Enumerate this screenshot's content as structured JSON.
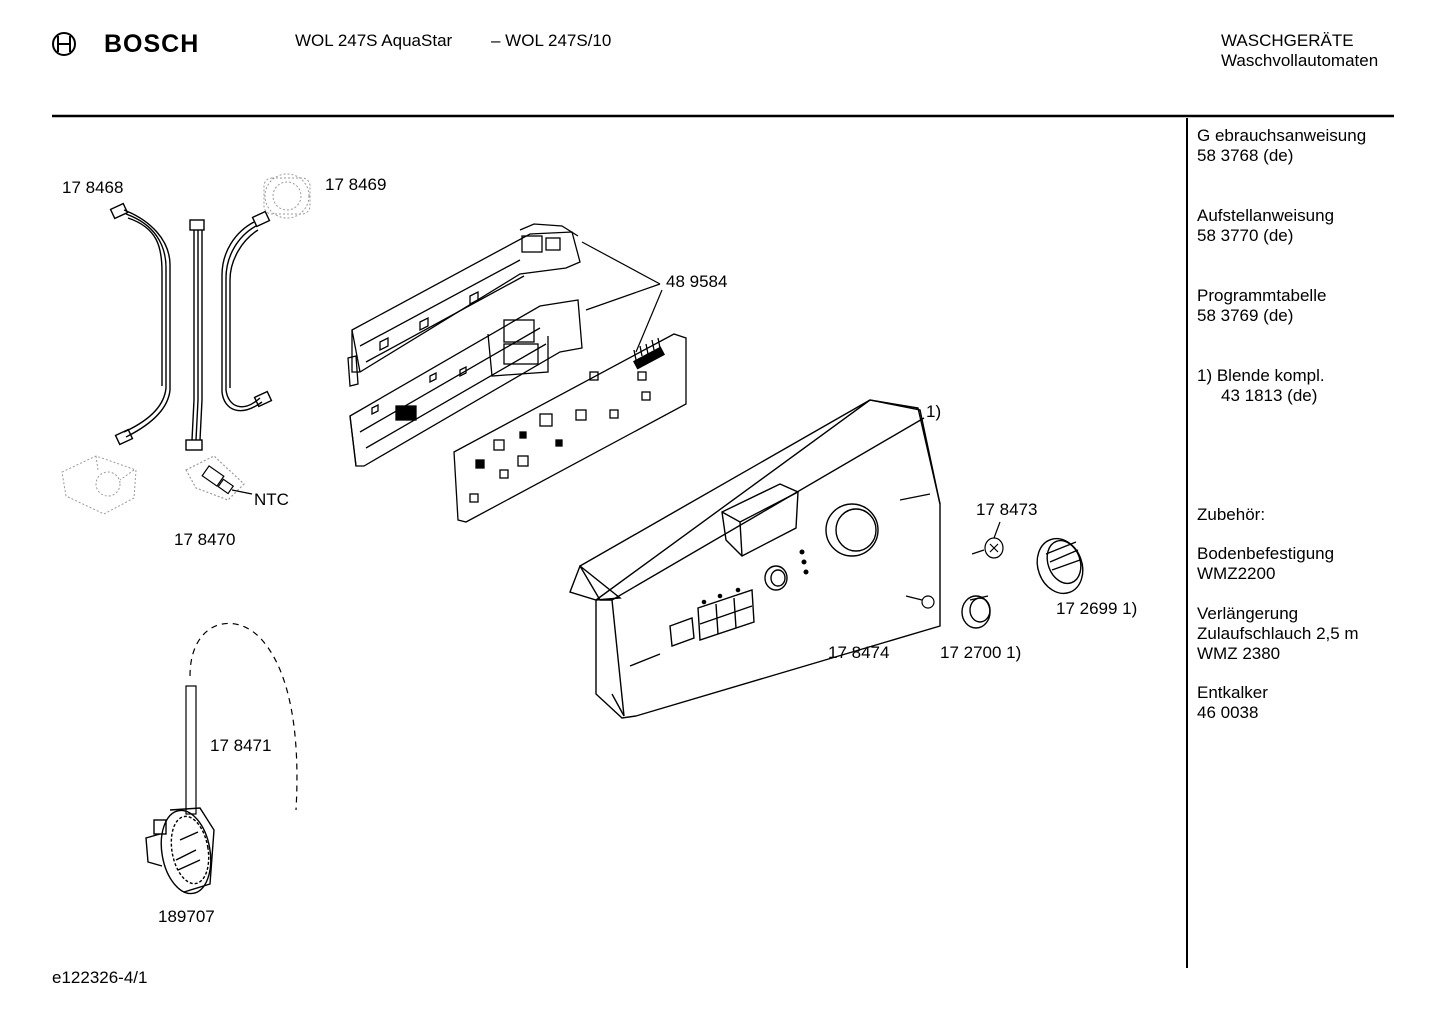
{
  "header": {
    "brand": "BOSCH",
    "model": "WOL 247S AquaStar",
    "model_code": "– WOL 247S/10",
    "category": "WASCHGERÄTE",
    "subcategory": "Waschvollautomaten"
  },
  "parts": {
    "p178468": "17 8468",
    "p178469": "17 8469",
    "p489584": "48 9584",
    "ntc": "NTC",
    "p178470": "17 8470",
    "fn1": "1)",
    "p178473": "17 8473",
    "p172699": "17 2699 1)",
    "p178474": "17 8474",
    "p172700": "17 2700 1)",
    "p178471": "17 8471",
    "p189707": "189707"
  },
  "sidebar": {
    "doc1_title": "G ebrauchsanweisung",
    "doc1_code": "58 3768 (de)",
    "doc2_title": "Aufstellanweisung",
    "doc2_code": "58 3770 (de)",
    "doc3_title": "Programmtabelle",
    "doc3_code": "58 3769 (de)",
    "note_title": "1)  Blende kompl.",
    "note_code": "43 1813 (de)",
    "accessories_title": "Zubehör:",
    "acc1_name": "Bodenbefestigung",
    "acc1_code": "WMZ2200",
    "acc2_name": "Verlängerung",
    "acc2_desc": "Zulaufschlauch 2,5 m",
    "acc2_code": "WMZ 2380",
    "acc3_name": "Entkalker",
    "acc3_code": "46 0038"
  },
  "footer": {
    "doc_id": "e122326-4/1"
  }
}
